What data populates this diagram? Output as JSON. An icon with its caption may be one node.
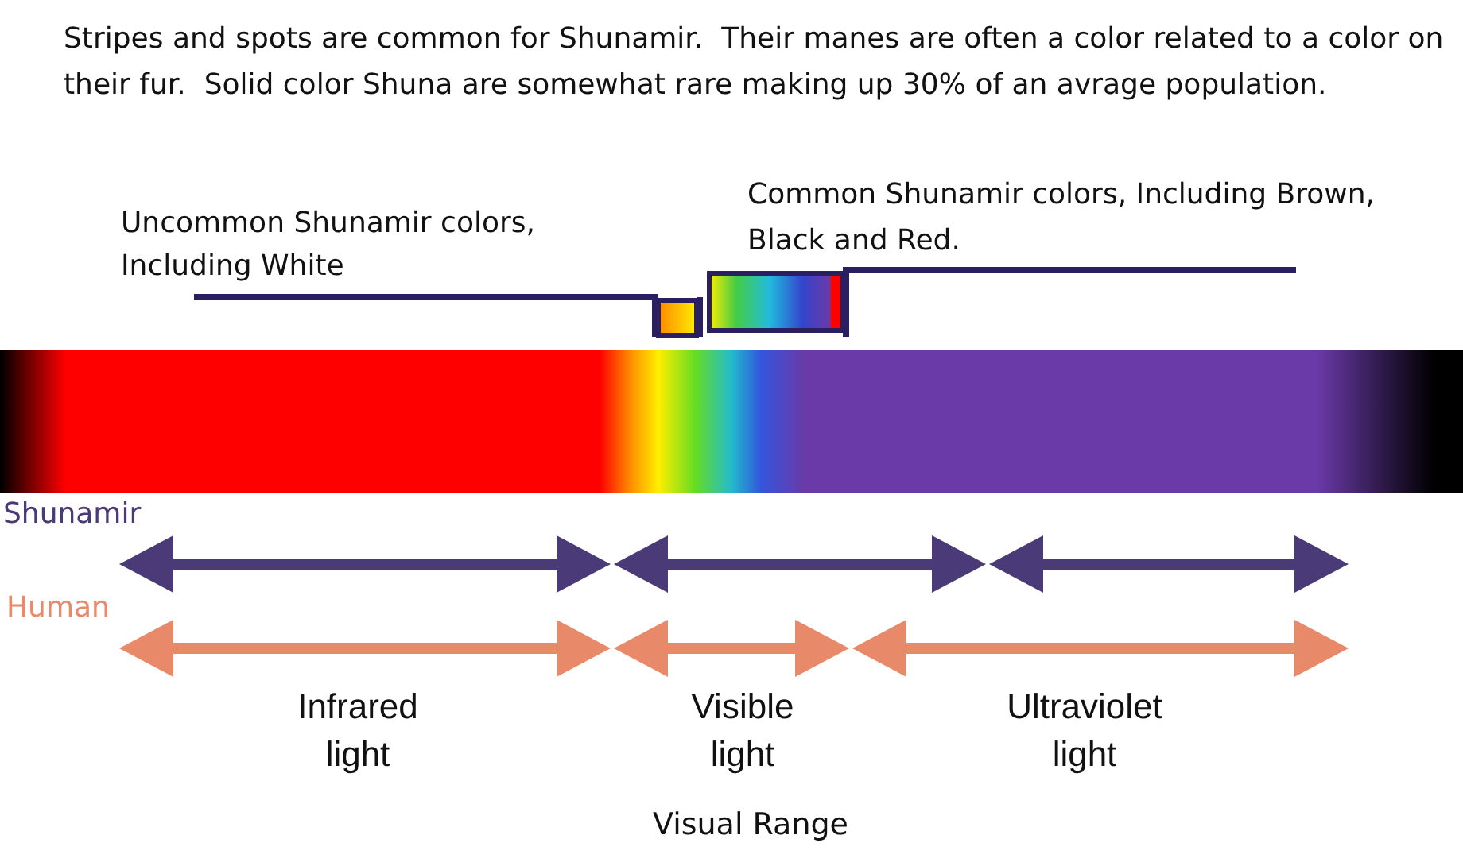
{
  "diagram": {
    "title": "Stripes and spots are common for Shunamir.  Their manes are often a color related to a color on their fur.  Solid color Shuna are somewhat rare making up 30% of an avrage population.",
    "caption": "Visual Range",
    "labels": [
      "Uncommon Shunamir colors, Including White",
      "Common Shunamir colors, Including Brown, Black and Red.",
      "Shunamir",
      "Human",
      "Infrared light",
      "Visible light",
      "Ultraviolet light"
    ]
  }
}
